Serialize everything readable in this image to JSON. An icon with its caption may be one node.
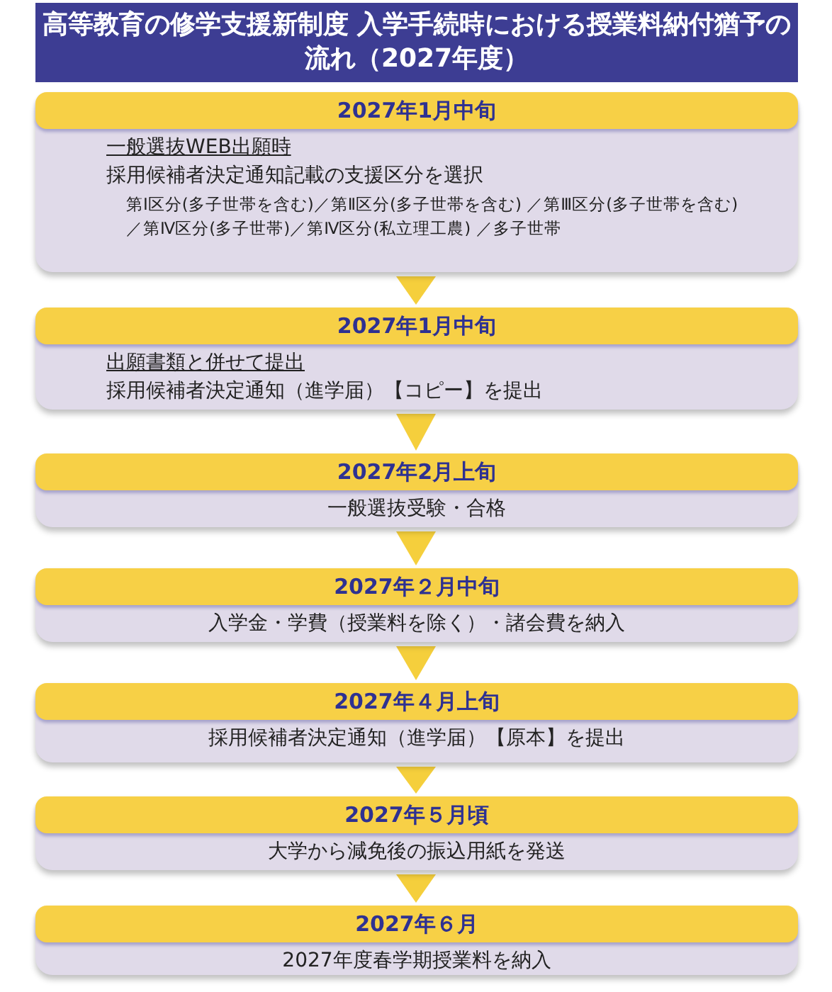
{
  "diagram": {
    "title": "高等教育の修学支援新制度 入学手続時における授業料納付猶予の流れ（2027年度）",
    "nodes": [
      {
        "text": [
          "2027年1月中旬",
          "一般選抜WEB出願時",
          "採用候補者決定通知記載の支援区分を選択",
          "第Ⅰ区分(多子世帯を含む)／第Ⅱ区分(多子世帯を含む) ／第Ⅲ区分(多子世帯を含む) ／第Ⅳ区分(多子世帯)／第Ⅳ区分(私立理工農) ／多子世帯"
        ]
      },
      {
        "text": [
          "2027年1月中旬",
          "出願書類と併せて提出",
          "採用候補者決定通知（進学届）【コピー】を提出"
        ]
      },
      {
        "text": [
          "2027年2月上旬",
          "一般選抜受験・合格"
        ]
      },
      {
        "text": [
          "2027年２月中旬",
          "入学金・学費（授業料を除く）・諸会費を納入"
        ]
      },
      {
        "text": [
          "2027年４月上旬",
          "採用候補者決定通知（進学届）【原本】を提出"
        ]
      },
      {
        "text": [
          "2027年５月頃",
          "大学から減免後の振込用紙を発送"
        ]
      },
      {
        "text": [
          "2027年６月",
          "2027年度春学期授業料を納入"
        ]
      }
    ],
    "edges": [
      {
        "from": 0,
        "to": 1,
        "arrow": "to"
      },
      {
        "from": 1,
        "to": 2,
        "arrow": "to"
      },
      {
        "from": 2,
        "to": 3,
        "arrow": "to"
      },
      {
        "from": 3,
        "to": 4,
        "arrow": "to"
      },
      {
        "from": 4,
        "to": 5,
        "arrow": "to"
      },
      {
        "from": 5,
        "to": 6,
        "arrow": "to"
      }
    ]
  }
}
